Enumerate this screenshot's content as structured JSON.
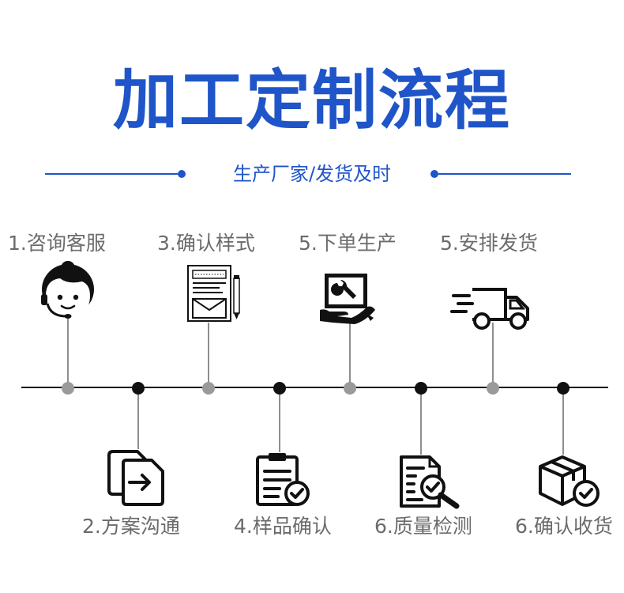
{
  "title": "加工定制流程",
  "subtitle": "生产厂家/发货及时",
  "steps_top": [
    {
      "label": "1.咨询客服",
      "icon": "customer-service-icon"
    },
    {
      "label": "3.确认样式",
      "icon": "document-envelope-icon"
    },
    {
      "label": "5.下单生产",
      "icon": "wrench-monitor-icon"
    },
    {
      "label": "5.安排发货",
      "icon": "delivery-truck-icon"
    }
  ],
  "steps_bottom": [
    {
      "label": "2.方案沟通",
      "icon": "file-transfer-icon"
    },
    {
      "label": "4.样品确认",
      "icon": "clipboard-check-icon"
    },
    {
      "label": "6.质量检测",
      "icon": "document-inspect-icon"
    },
    {
      "label": "6.确认收货",
      "icon": "box-check-icon"
    }
  ],
  "colors": {
    "accent": "#1f55c8",
    "line": "#111111",
    "gray_dot": "#9a9a9a",
    "text": "#6b6b6b"
  }
}
